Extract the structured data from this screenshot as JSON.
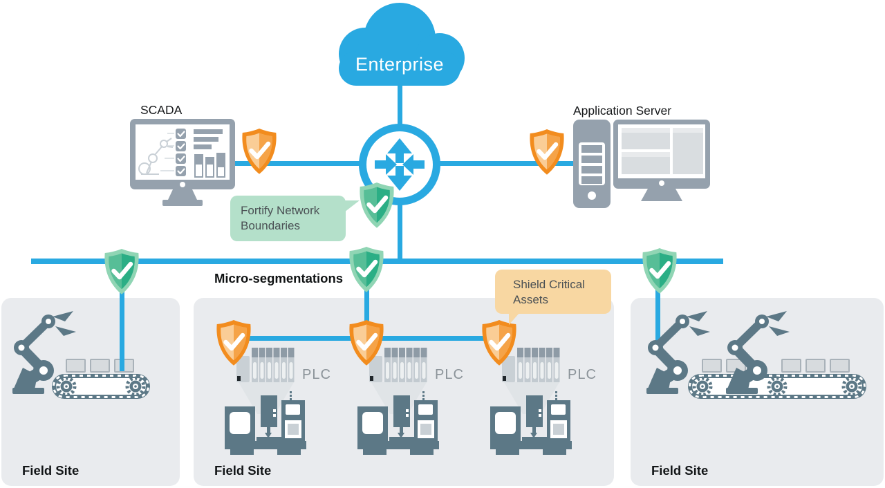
{
  "diagram": {
    "cloud": {
      "label": "Enterprise"
    },
    "nodes": {
      "scada": {
        "label": "SCADA"
      },
      "application_server": {
        "label": "Application Server"
      }
    },
    "callouts": {
      "fortify": {
        "text": "Fortify Network Boundaries"
      },
      "shield_assets": {
        "text": "Shield Critical Assets"
      }
    },
    "labels": {
      "micro_segmentations": "Micro-segmentations",
      "plc": "PLC"
    },
    "field_sites": [
      {
        "label": "Field Site"
      },
      {
        "label": "Field Site"
      },
      {
        "label": "Field Site"
      }
    ],
    "colors": {
      "line-blue": "#29A9E1",
      "shield-orange-rim": "#F28C1E",
      "shield-orange-light": "#FACD96",
      "shield-orange-dark": "#F5A348",
      "shield-green-rim": "#90D5B4",
      "shield-green-light": "#57BE97",
      "shield-green-dark": "#2BAE85",
      "callout-mint": "#B4E0CA",
      "callout-peach": "#F8D7A2",
      "equipment-slate": "#5C7886",
      "device-gray": "#95A1AD",
      "fieldsite-bg": "#E9EBEE"
    }
  }
}
